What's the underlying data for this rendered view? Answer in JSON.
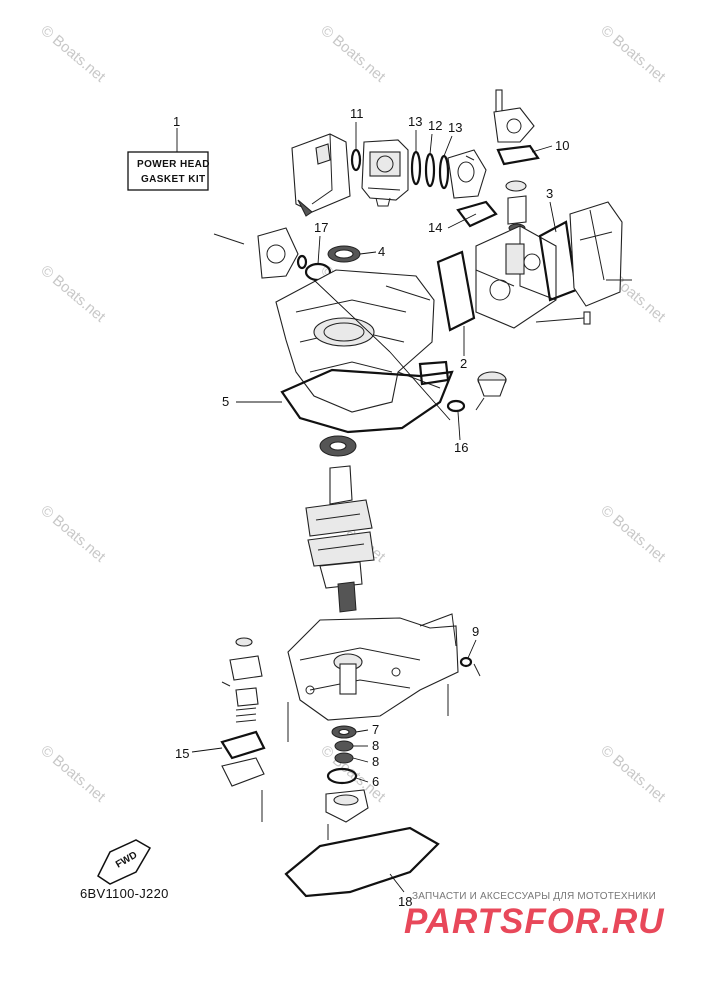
{
  "diagram": {
    "callouts": [
      "1",
      "11",
      "13",
      "12",
      "13",
      "10",
      "3",
      "14",
      "17",
      "4",
      "2",
      "5",
      "16",
      "9",
      "7",
      "8",
      "8",
      "6",
      "15",
      "18"
    ],
    "gasket_kit_label_line1": "POWER HEAD",
    "gasket_kit_label_line2": "GASKET KIT",
    "fwd_label": "FWD",
    "part_code": "6BV1100-J220",
    "watermark": "© Boats.net"
  },
  "branding": {
    "tagline": "ЗАПЧАСТИ И АКСЕССУАРЫ ДЛЯ МОТОТЕХНИКИ",
    "logo": "PARTSFOR.RU",
    "logo_color": "#e8485a"
  }
}
